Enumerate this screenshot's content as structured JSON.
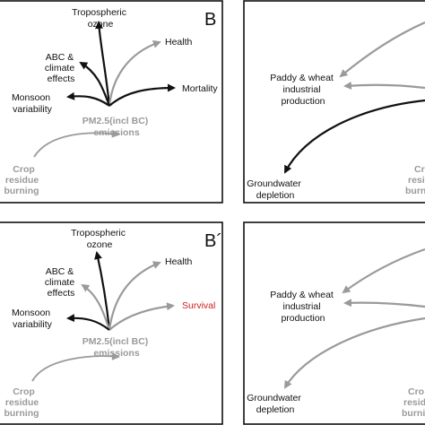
{
  "panel_B": {
    "letter": "B",
    "tropospheric_ozone": [
      "Tropospheric",
      "ozone"
    ],
    "health": "Health",
    "abc_climate": [
      "ABC &",
      "climate",
      "effects"
    ],
    "mortality": "Mortality",
    "monsoon": [
      "Monsoon",
      "variability"
    ],
    "pm25": [
      "PM2.5(incl BC)",
      "emissions"
    ],
    "crop": [
      "Crop",
      "residue",
      "burning"
    ]
  },
  "panel_C": {
    "paddy": [
      "Paddy & wheat",
      "industrial",
      "production"
    ],
    "groundwater": [
      "Groundwater",
      "depletion"
    ],
    "crop_cut": [
      "Cr",
      "resi",
      "burn"
    ]
  },
  "panel_B_prime": {
    "letter": "B´",
    "tropospheric_ozone": [
      "Tropospheric",
      "ozone"
    ],
    "health": "Health",
    "abc_climate": [
      "ABC &",
      "climate",
      "effects"
    ],
    "survival": "Survival",
    "monsoon": [
      "Monsoon",
      "variability"
    ],
    "pm25": [
      "PM2.5(incl BC)",
      "emissions"
    ],
    "crop": [
      "Crop",
      "residue",
      "burning"
    ]
  },
  "panel_C_prime": {
    "paddy": [
      "Paddy & wheat",
      "industrial",
      "production"
    ],
    "groundwater": [
      "Groundwater",
      "depletion"
    ],
    "crop_cut": [
      "Cro",
      "resid",
      "burni"
    ]
  },
  "colors": {
    "black_arrow": "#111111",
    "gray_arrow": "#9a9a9a",
    "survival_text": "#cc1f1f"
  }
}
